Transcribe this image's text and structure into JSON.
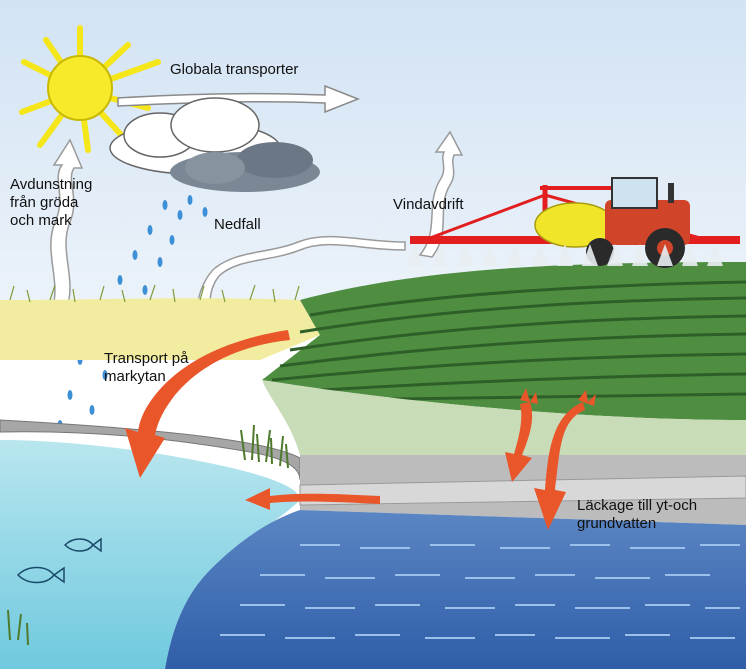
{
  "labels": {
    "global_transport": "Globala transporter",
    "evaporation": "Avdunstning\nfrån gröda\noch mark",
    "deposition": "Nedfall",
    "wind_drift": "Vindavdrift",
    "surface_runoff": "Transport på\nmarkytan",
    "leaching": "Läckage till yt-och\n grundvatten"
  },
  "colors": {
    "sky": "#dbe8f5",
    "sun": "#f5e61a",
    "cloud_white": "#ffffff",
    "cloud_dark": "#7b8794",
    "rain": "#3d8fd6",
    "meadow": "#f1eca0",
    "field_green": "#3e7d36",
    "soil": "#bcbcbc",
    "water_light": "#8fd7e6",
    "water_deep": "#3e6fb6",
    "flow_arrow": "#e8562a",
    "tractor_red": "#d0452a",
    "sprayer_boom": "#e21e1e",
    "tank_yellow": "#f1e52a"
  }
}
